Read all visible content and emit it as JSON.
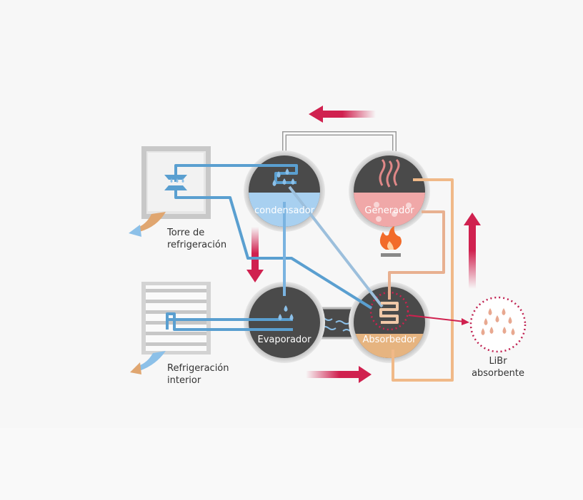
{
  "labels": {
    "condenser": "condensador",
    "generator": "Generador",
    "evaporator": "Evaporador",
    "absorber": "Absorbedor",
    "cooling_tower_line1": "Torre de",
    "cooling_tower_line2": "refrigeración",
    "indoor_line1": "Refrigeración",
    "indoor_line2": "interior",
    "libr_line1": "LiBr",
    "libr_line2": "absorbente"
  },
  "colors": {
    "water": "#5a9fd0",
    "solution": "#f0b988",
    "hot": "#ec9a9a",
    "arrow": "#d0214f",
    "vessel": "#4a4a4a"
  }
}
